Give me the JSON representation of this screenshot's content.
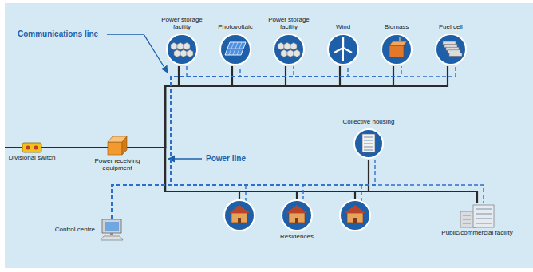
{
  "diagram": {
    "nodes": [
      {
        "text": [
          "Power storage facility"
        ]
      },
      {
        "text": [
          "Photovoltaic"
        ]
      },
      {
        "text": [
          "Power storage facility"
        ]
      },
      {
        "text": [
          "Wind"
        ]
      },
      {
        "text": [
          "Biomass"
        ]
      },
      {
        "text": [
          "Fuel cell"
        ]
      },
      {
        "text": [
          "Divisional switch"
        ]
      },
      {
        "text": [
          "Power receiving equipment"
        ]
      },
      {
        "text": [
          "Collective housing"
        ]
      },
      {
        "text": [
          "Control centre"
        ]
      },
      {
        "text": [
          "Residences"
        ]
      },
      {
        "text": [
          "Public/commercial facility"
        ]
      }
    ],
    "edges": [
      {
        "from": 6,
        "to": 7,
        "arrow": "none"
      },
      {
        "from": 7,
        "to": 0,
        "arrow": "none"
      },
      {
        "from": 7,
        "to": 1,
        "arrow": "none"
      },
      {
        "from": 7,
        "to": 2,
        "arrow": "none"
      },
      {
        "from": 7,
        "to": 3,
        "arrow": "none"
      },
      {
        "from": 7,
        "to": 4,
        "arrow": "none"
      },
      {
        "from": 7,
        "to": 5,
        "arrow": "none"
      },
      {
        "from": 7,
        "to": 8,
        "arrow": "none"
      },
      {
        "from": 7,
        "to": 10,
        "arrow": "none"
      },
      {
        "from": 7,
        "to": 11,
        "arrow": "none"
      },
      {
        "from": 9,
        "to": 0,
        "arrow": "none"
      },
      {
        "from": 9,
        "to": 1,
        "arrow": "none"
      },
      {
        "from": 9,
        "to": 2,
        "arrow": "none"
      },
      {
        "from": 9,
        "to": 3,
        "arrow": "none"
      },
      {
        "from": 9,
        "to": 4,
        "arrow": "none"
      },
      {
        "from": 9,
        "to": 5,
        "arrow": "none"
      },
      {
        "from": 9,
        "to": 8,
        "arrow": "none"
      },
      {
        "from": 9,
        "to": 10,
        "arrow": "none"
      },
      {
        "from": 9,
        "to": 11,
        "arrow": "none"
      }
    ],
    "labels": [
      "Communications line",
      "Power line"
    ]
  }
}
